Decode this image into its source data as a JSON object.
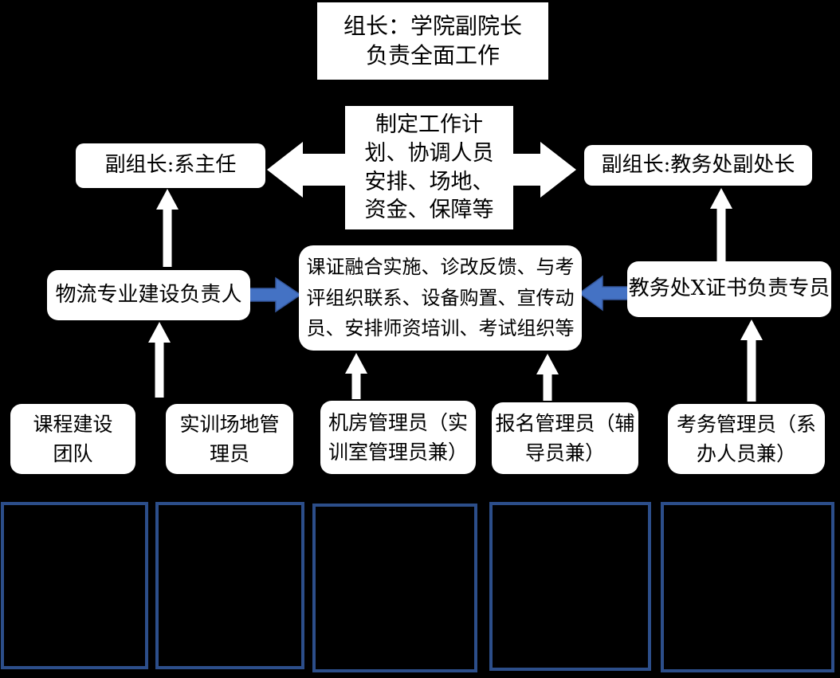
{
  "colors": {
    "background": "#000000",
    "box_fill": "#ffffff",
    "box_text": "#000000",
    "blue_arrow": "#4472C4",
    "panel_border": "#2C4E8A"
  },
  "nodes": {
    "leader": {
      "text": "组长：学院副院长\n负责全面工作"
    },
    "plan": {
      "text": "制定工作计\n划、协调人员\n安排、场地、\n资金、保障等"
    },
    "vice_left": {
      "text": "副组长:系主任"
    },
    "vice_right": {
      "text": "副组长:教务处副处长"
    },
    "logistics": {
      "text": "物流专业建设负责人"
    },
    "tasks": {
      "text": "课证融合实施、诊改反馈、与考\n评组织联系、设备购置、宣传动\n员、安排师资培训、考试组织等"
    },
    "specialist": {
      "text": "教务处X证书负责专员"
    },
    "team_course": {
      "text": "课程建设\n团队"
    },
    "team_field": {
      "text": "实训场地管\n理员"
    },
    "team_lab": {
      "text": "机房管理员（实\n训室管理员兼）"
    },
    "team_reg": {
      "text": "报名管理员（辅\n导员兼）"
    },
    "team_exam": {
      "text": "考务管理员（系\n办人员兼）"
    }
  }
}
